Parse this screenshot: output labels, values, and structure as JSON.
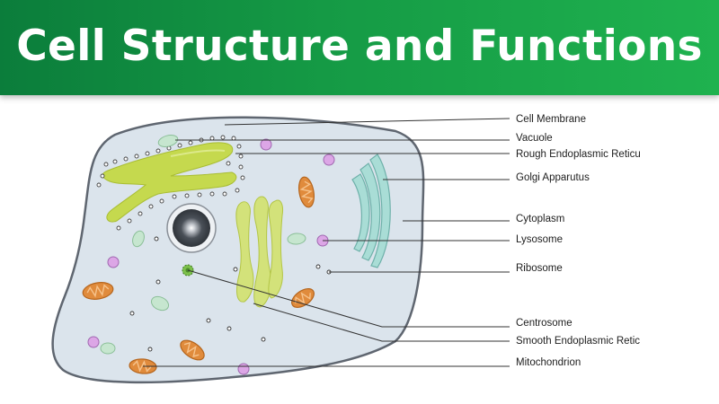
{
  "title": "Cell Structure and Functions",
  "labels": {
    "cell_membrane": "Cell Membrane",
    "vacuole": "Vacuole",
    "rough_er": "Rough Endoplasmic Reticu",
    "golgi": "Golgi Apparutus",
    "cytoplasm": "Cytoplasm",
    "lysosome": "Lysosome",
    "ribosome": "Ribosome",
    "centrosome": "Centrosome",
    "smooth_er": "Smooth Endoplasmic Retic",
    "mitochondrion": "Mitochondrion"
  },
  "colors": {
    "banner_start": "#0b7d3b",
    "banner_end": "#1fb24f",
    "cytoplasm": "#dbe4ec",
    "membrane": "#5f6670",
    "er": "#c5d94e",
    "vacuole": "#c6e6cf",
    "lysosome": "#dca6e6",
    "mitochondrion": "#e08b3c",
    "golgi": "#a9ddd6",
    "nucleus": "#3a3f45"
  }
}
